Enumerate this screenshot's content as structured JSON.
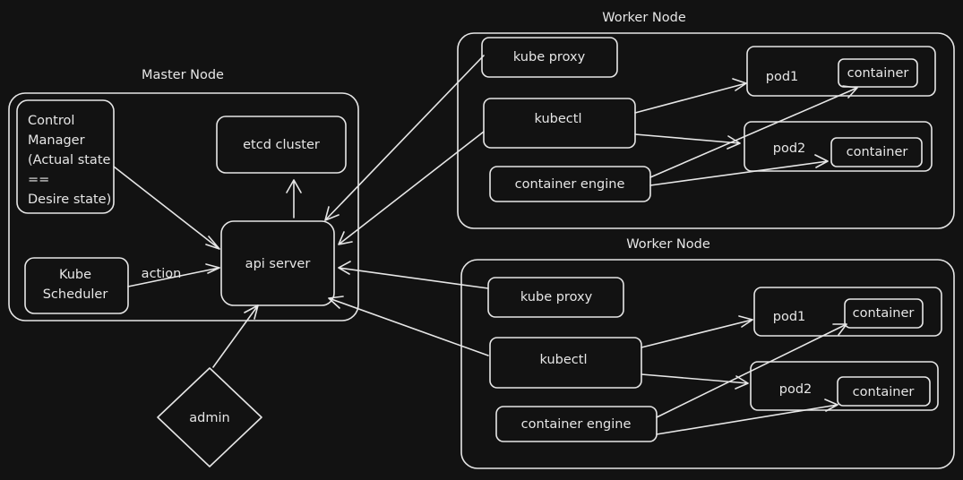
{
  "master": {
    "title": "Master Node",
    "control_manager": [
      "Control",
      "Manager",
      "(Actual state",
      "==",
      "Desire state)"
    ],
    "scheduler": [
      "Kube",
      "Scheduler"
    ],
    "action_label": "action",
    "etcd": "etcd cluster",
    "api_server": "api server",
    "admin": "admin"
  },
  "workers": [
    {
      "title": "Worker Node",
      "kube_proxy": "kube proxy",
      "kubectl": "kubectl",
      "container_engine": "container engine",
      "pods": [
        {
          "name": "pod1",
          "container": "container"
        },
        {
          "name": "pod2",
          "container": "container"
        }
      ]
    },
    {
      "title": "Worker Node",
      "kube_proxy": "kube proxy",
      "kubectl": "kubectl",
      "container_engine": "container engine",
      "pods": [
        {
          "name": "pod1",
          "container": "container"
        },
        {
          "name": "pod2",
          "container": "container"
        }
      ]
    }
  ],
  "colors": {
    "background": "#121212",
    "stroke": "#e6e6e6",
    "text": "#e6e6e6"
  }
}
